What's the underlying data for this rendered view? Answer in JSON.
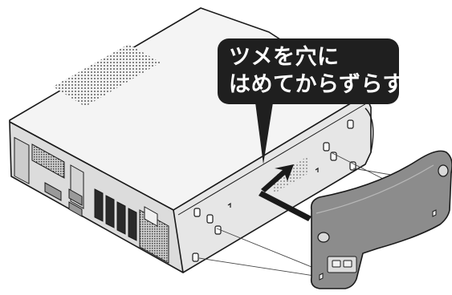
{
  "callout": {
    "line1": "ツメを穴に",
    "line2": "はめてからずらす"
  },
  "colors": {
    "case_top": "#f4f4f4",
    "case_side": "#e6e6e6",
    "case_outline": "#1a1a1a",
    "back_panel": "#dcdcdc",
    "stand_face": "#8c8c8c",
    "stand_edge": "#b8b8b8",
    "callout_bg": "#1f1f1f",
    "callout_text": "#ffffff"
  },
  "icons": {
    "arrow": "right-arrow",
    "vent": "vent-grille"
  }
}
